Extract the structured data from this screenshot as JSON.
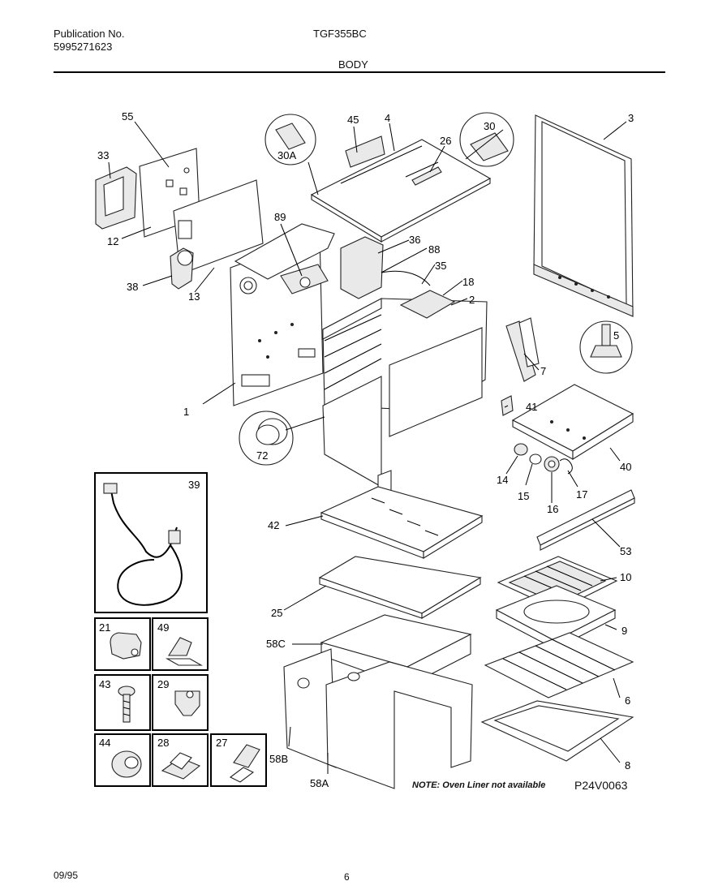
{
  "header": {
    "publication_label": "Publication No.",
    "publication_number": "5995271623",
    "model": "TGF355BC",
    "section": "BODY"
  },
  "labels": {
    "p55": "55",
    "p33": "33",
    "p12": "12",
    "p38": "38",
    "p13": "13",
    "p1": "1",
    "p89": "89",
    "p45": "45",
    "p4": "4",
    "p30a": "30A",
    "p26": "26",
    "p30": "30",
    "p3": "3",
    "p36": "36",
    "p88": "88",
    "p35": "35",
    "p18": "18",
    "p2": "2",
    "p5": "5",
    "p7": "7",
    "p41": "41",
    "p40": "40",
    "p72": "72",
    "p14": "14",
    "p15": "15",
    "p16": "16",
    "p17": "17",
    "p53": "53",
    "p42": "42",
    "p10": "10",
    "p25": "25",
    "p9": "9",
    "p58c": "58C",
    "p6": "6",
    "p58b": "58B",
    "p58a": "58A",
    "p8": "8",
    "p39": "39",
    "p21": "21",
    "p49": "49",
    "p43": "43",
    "p29": "29",
    "p44": "44",
    "p28": "28",
    "p27": "27"
  },
  "note": "NOTE: Oven Liner not available",
  "diagram_code": "P24V0063",
  "footer": {
    "date": "09/95",
    "page": "6"
  }
}
